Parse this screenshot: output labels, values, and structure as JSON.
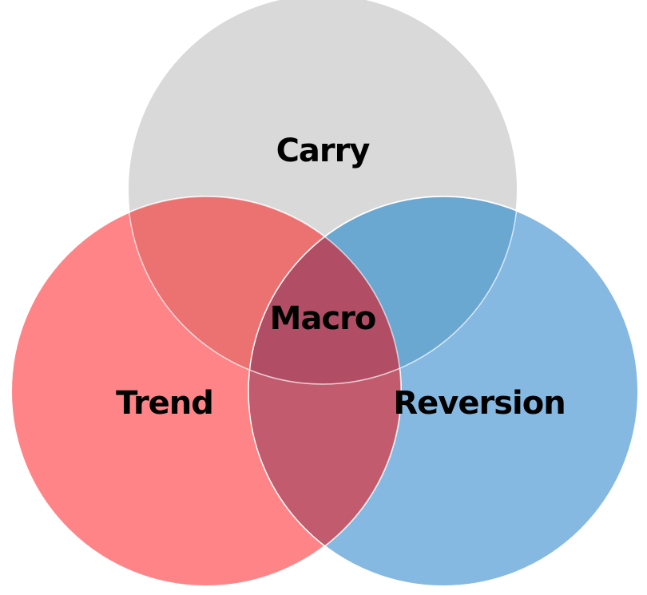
{
  "diagram": {
    "type": "venn",
    "sets": [
      {
        "id": "carry",
        "label": "Carry",
        "color": "#D9D9D9"
      },
      {
        "id": "trend",
        "label": "Trend",
        "color": "#FF7C80"
      },
      {
        "id": "reversion",
        "label": "Reversion",
        "color": "#7DB5E0"
      }
    ],
    "center_label": "Macro"
  }
}
